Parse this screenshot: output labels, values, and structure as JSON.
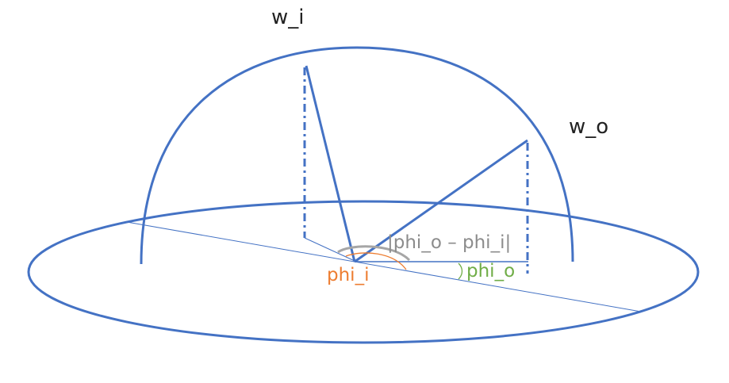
{
  "labels": {
    "w_i": "w_i",
    "w_o": "w_o",
    "phi_diff": "|phi_o – phi_i|",
    "phi_i": "phi_i",
    "phi_o": "phi_o"
  },
  "colors": {
    "structure": "#4472C4",
    "text_dark": "#222222",
    "text_gray": "#8C8C8C",
    "arc_gray": "#A6A6A6",
    "phi_i": "#ED7D31",
    "phi_o": "#70AD47"
  }
}
